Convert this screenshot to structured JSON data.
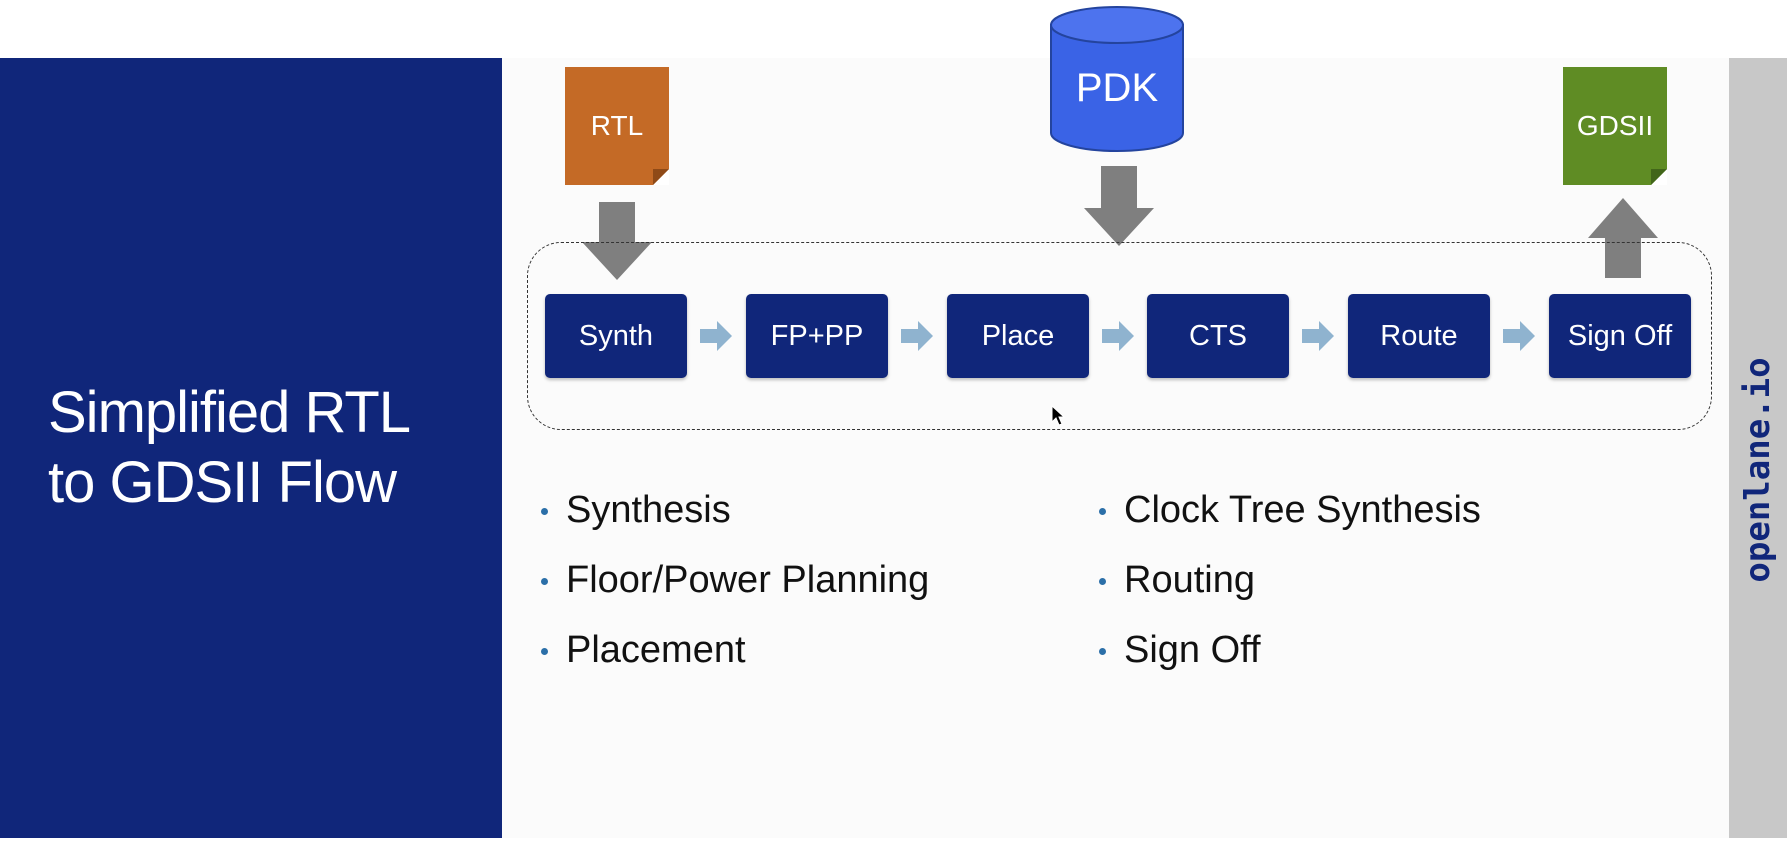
{
  "title": {
    "line1": "Simplified RTL",
    "line2": "to GDSII Flow"
  },
  "brand": "openlane.io",
  "inputs": {
    "rtl": "RTL",
    "pdk": "PDK",
    "gdsii": "GDSII"
  },
  "stages": [
    "Synth",
    "FP+PP",
    "Place",
    "CTS",
    "Route",
    "Sign Off"
  ],
  "bullets_left": [
    "Synthesis",
    "Floor/Power Planning",
    "Placement"
  ],
  "bullets_right": [
    "Clock Tree Synthesis",
    "Routing",
    "Sign Off"
  ],
  "colors": {
    "primary_navy": "#10267a",
    "rtl_orange": "#c46a26",
    "pdk_blue": "#3a63e6",
    "gdsii_green": "#5f8c24",
    "arrow_gray": "#7f7f7f",
    "flow_arrow_blue": "#8fb3cf"
  }
}
